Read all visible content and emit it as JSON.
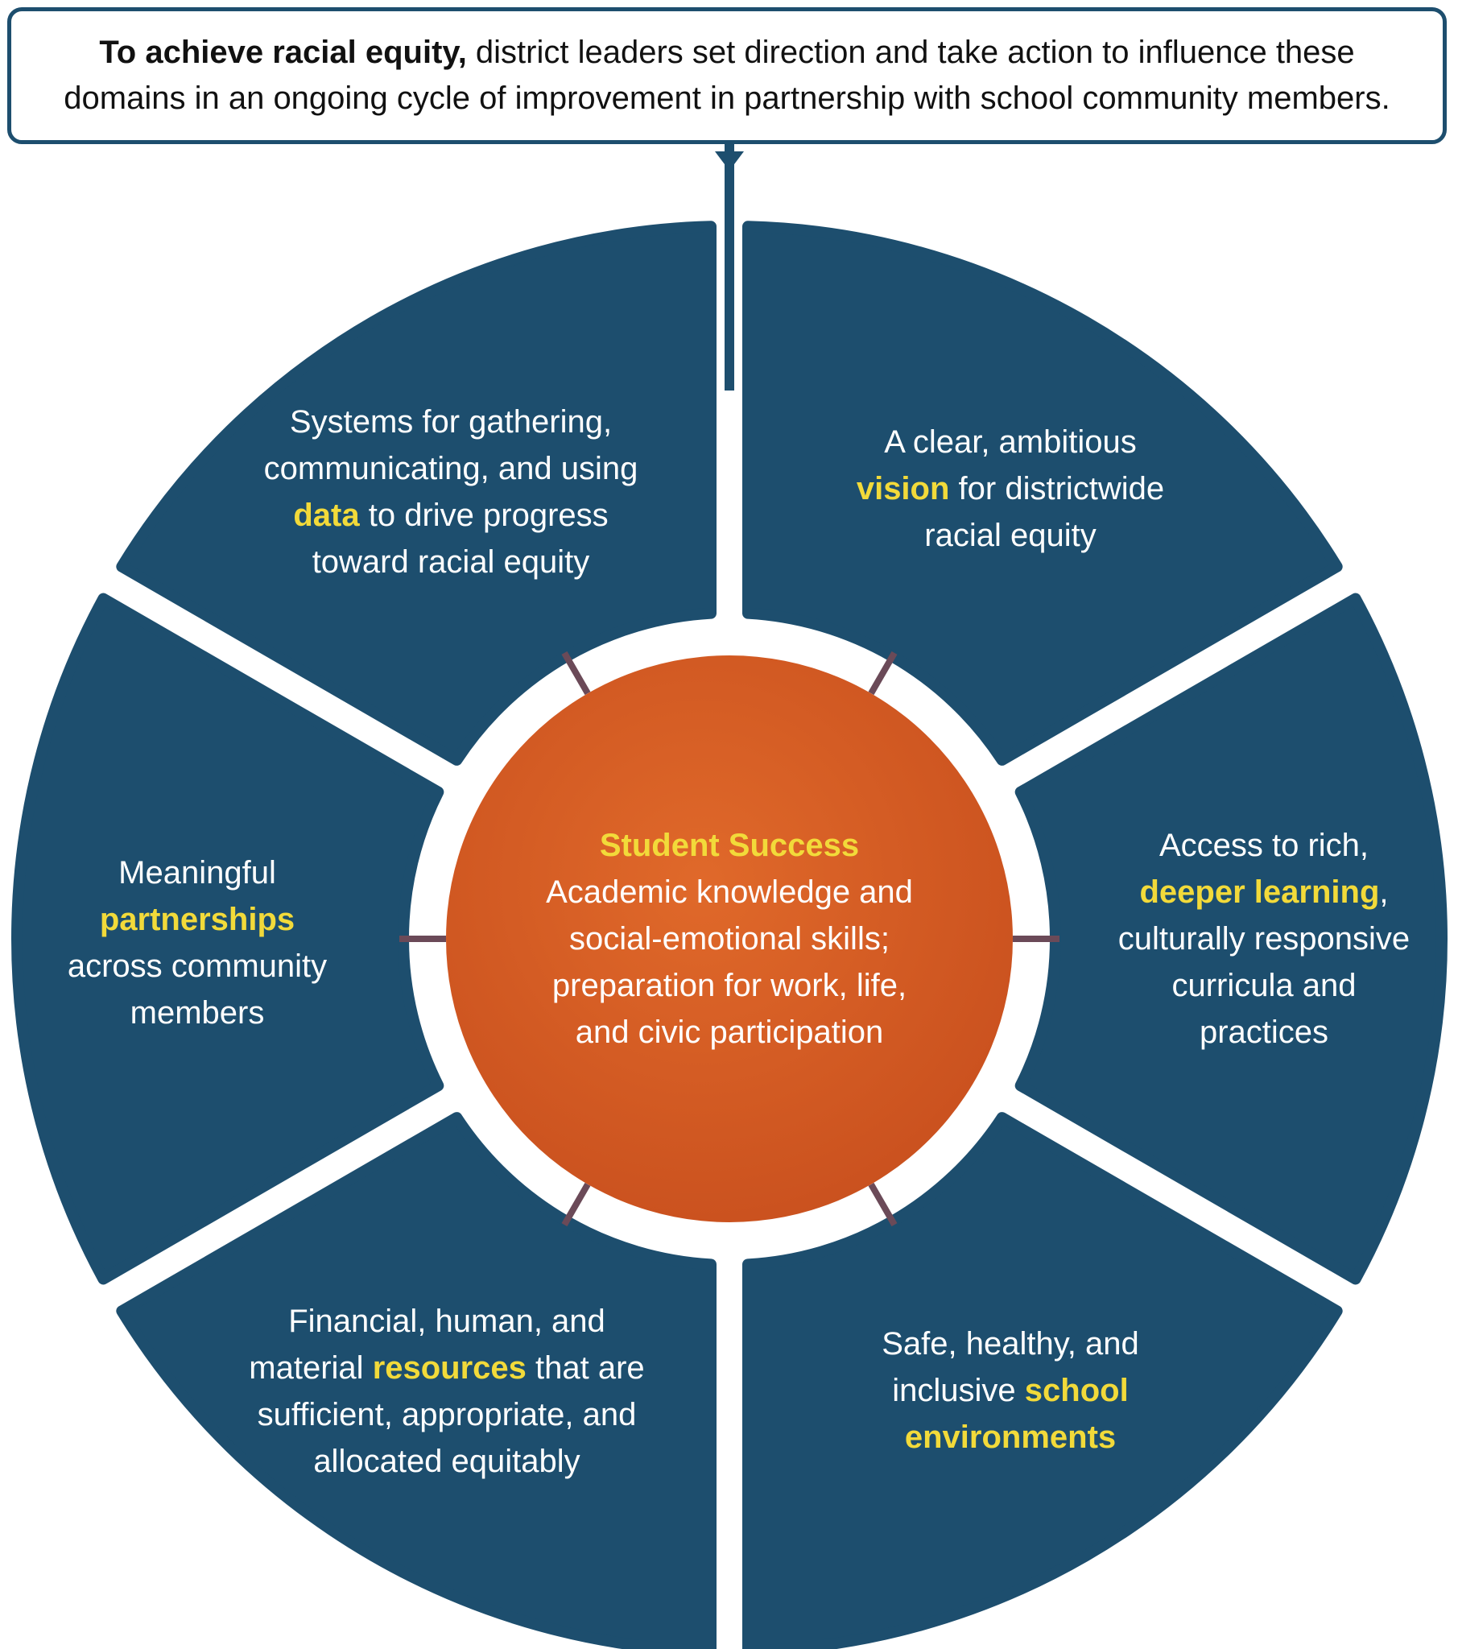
{
  "banner": {
    "lead": "To achieve racial equity,",
    "rest": " district leaders set direction and take action to influence these domains in an ongoing cycle of improvement in partnership with school community members."
  },
  "center": {
    "title": "Student Success",
    "line1": "Academic knowledge and",
    "line2": "social-emotional skills;",
    "line3": "preparation for work, life,",
    "line4": "and civic participation"
  },
  "segments": {
    "data": {
      "l1": "Systems for gathering,",
      "l2": "communicating, and using",
      "hl": "data",
      "l3": " to drive progress",
      "l4": "toward racial equity"
    },
    "vision": {
      "l1": "A clear, ambitious",
      "hl": "vision",
      "l2": " for districtwide",
      "l3": "racial equity"
    },
    "learning": {
      "l1": "Access to rich,",
      "hl": "deeper learning",
      "l2": ",",
      "l3": "culturally responsive",
      "l4": "curricula and",
      "l5": "practices"
    },
    "environments": {
      "l1": "Safe, healthy, and",
      "l2": "inclusive ",
      "hl1": "school",
      "hl2": "environments"
    },
    "resources": {
      "l1": "Financial, human, and",
      "l2": "material ",
      "hl": "resources",
      "l3": " that are",
      "l4": "sufficient, appropriate, and",
      "l5": "allocated equitably"
    },
    "partnerships": {
      "l1": "Meaningful",
      "hl": "partnerships",
      "l2": "across community",
      "l3": "members"
    }
  },
  "colors": {
    "segment": "#1d4e6e",
    "center": "#d65a22",
    "highlight": "#f2da3a",
    "connector": "#6b4a58"
  }
}
